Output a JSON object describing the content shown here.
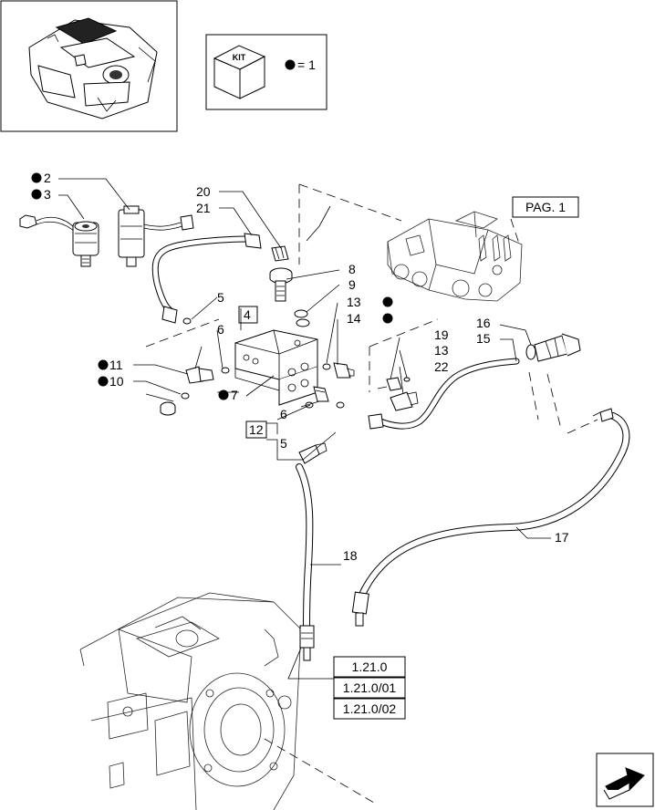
{
  "kit_legend": {
    "kit_text": "KIT",
    "equals_text": "= 1"
  },
  "page_ref": "PAG. 1",
  "callouts": {
    "c2": "2",
    "c3": "3",
    "c4": "4",
    "c5a": "5",
    "c5b": "5",
    "c6a": "6",
    "c6b": "6",
    "c7": "7",
    "c8": "8",
    "c9": "9",
    "c10": "10",
    "c11": "11",
    "c12": "12",
    "c13a": "13",
    "c13b": "13",
    "c14": "14",
    "c15": "15",
    "c16": "16",
    "c17": "17",
    "c18": "18",
    "c19": "19",
    "c20": "20",
    "c21": "21",
    "c22": "22"
  },
  "references": [
    "1.21.0",
    "1.21.0/01",
    "1.21.0/02"
  ],
  "icons": {
    "kit_icon": "kit-box-icon",
    "nav_icon": "next-page-arrow-icon"
  }
}
